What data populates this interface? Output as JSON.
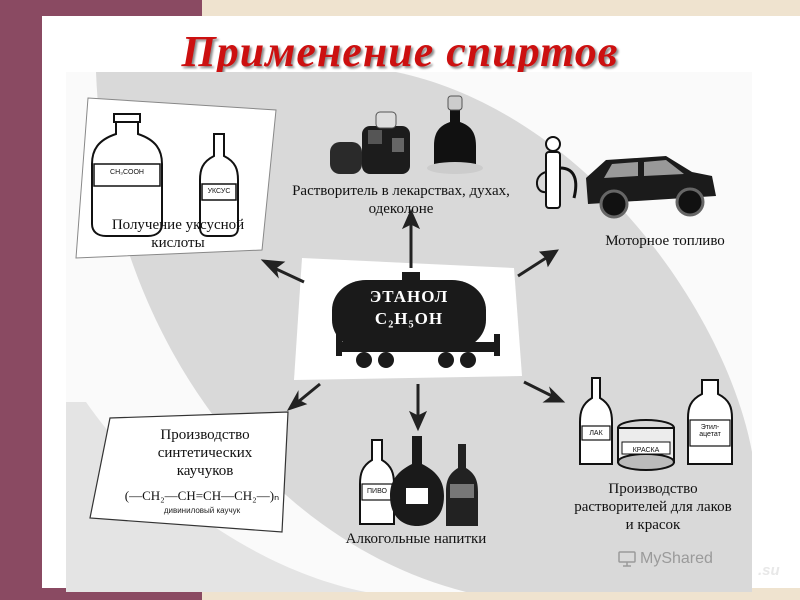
{
  "slide": {
    "title": "Применение спиртов",
    "center": {
      "line1": "ЭТАНОЛ",
      "line2": "C₂H₅OH"
    },
    "nodes": {
      "acetic": "Получение уксусной кислоты",
      "solvent_medicine": "Растворитель в лекарствах, духах, одеколоне",
      "fuel": "Моторное топливо",
      "rubber": "Производство синтетических каучуков",
      "rubber_formula": "(—CH₂—CH=CH—CH₂—)ₙ",
      "rubber_formula_note": "дивиниловый каучук",
      "drinks": "Алкогольные напитки",
      "paint_solvents": "Производство растворителей для лаков и красок"
    },
    "object_labels": {
      "big_bottle": "CH₃COOH",
      "small_bottle": "УКСУС",
      "lacquer": "ЛАК",
      "paint": "КРАСКА",
      "ethyl_acetate": "Этил-ацетат",
      "drink_bottle": "ПИВО"
    }
  },
  "watermark": {
    "brand": "MyShared",
    "domain": ".su"
  }
}
